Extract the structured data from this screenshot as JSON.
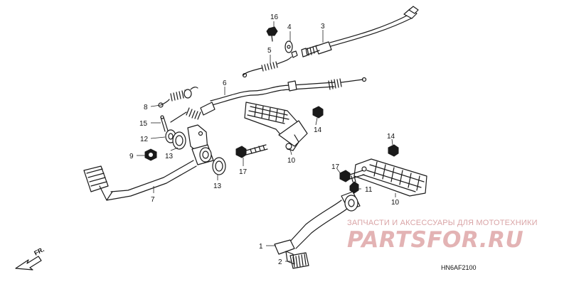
{
  "diagram_code": "HN6AF2100",
  "direction_label": "FR.",
  "watermark": {
    "text": "ЗАПЧАСТИ И АКСЕССУАРЫ ДЛЯ МОТОТЕХНИКИ",
    "logo": "PARTSFOR.RU"
  },
  "callouts": {
    "c1": "1",
    "c2": "2",
    "c3": "3",
    "c4": "4",
    "c5": "5",
    "c6": "6",
    "c7": "7",
    "c8": "8",
    "c9": "9",
    "c10a": "10",
    "c10b": "10",
    "c11": "11",
    "c12": "12",
    "c13a": "13",
    "c13b": "13",
    "c14a": "14",
    "c14b": "14",
    "c15": "15",
    "c16": "16",
    "c17a": "17",
    "c17b": "17"
  }
}
